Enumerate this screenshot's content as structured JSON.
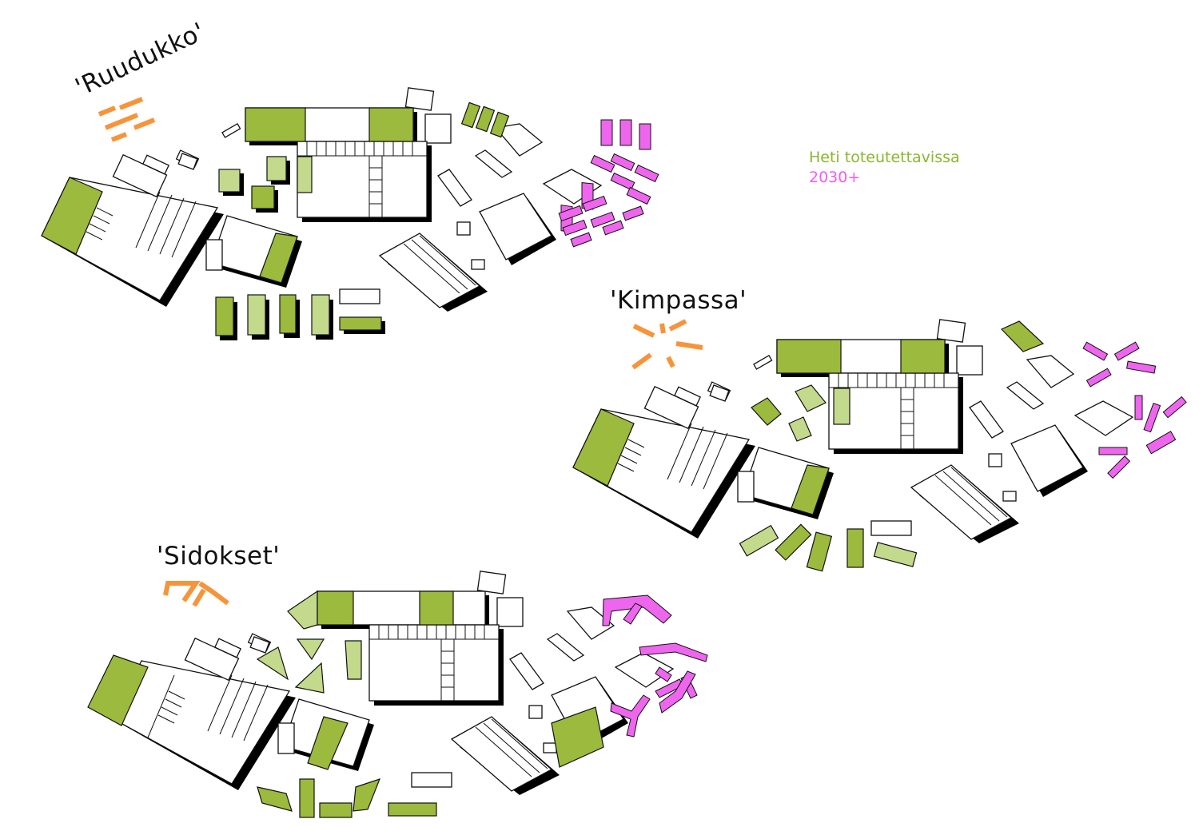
{
  "colors": {
    "existing_green": "#9bba3e",
    "new_light_green": "#c3d98c",
    "future_magenta": "#ee66ee",
    "symbol_orange": "#f7943a"
  },
  "legend": {
    "immediate": "Heti toteutettavissa",
    "future": "2030+",
    "immediate_color": "#8db52e",
    "future_color": "#f25cf2"
  },
  "schemes": [
    {
      "title": "'Ruudukko'",
      "symbol": "grid-icon"
    },
    {
      "title": "'Kimpassa'",
      "symbol": "burst-icon"
    },
    {
      "title": "'Sidokset'",
      "symbol": "links-icon"
    }
  ]
}
